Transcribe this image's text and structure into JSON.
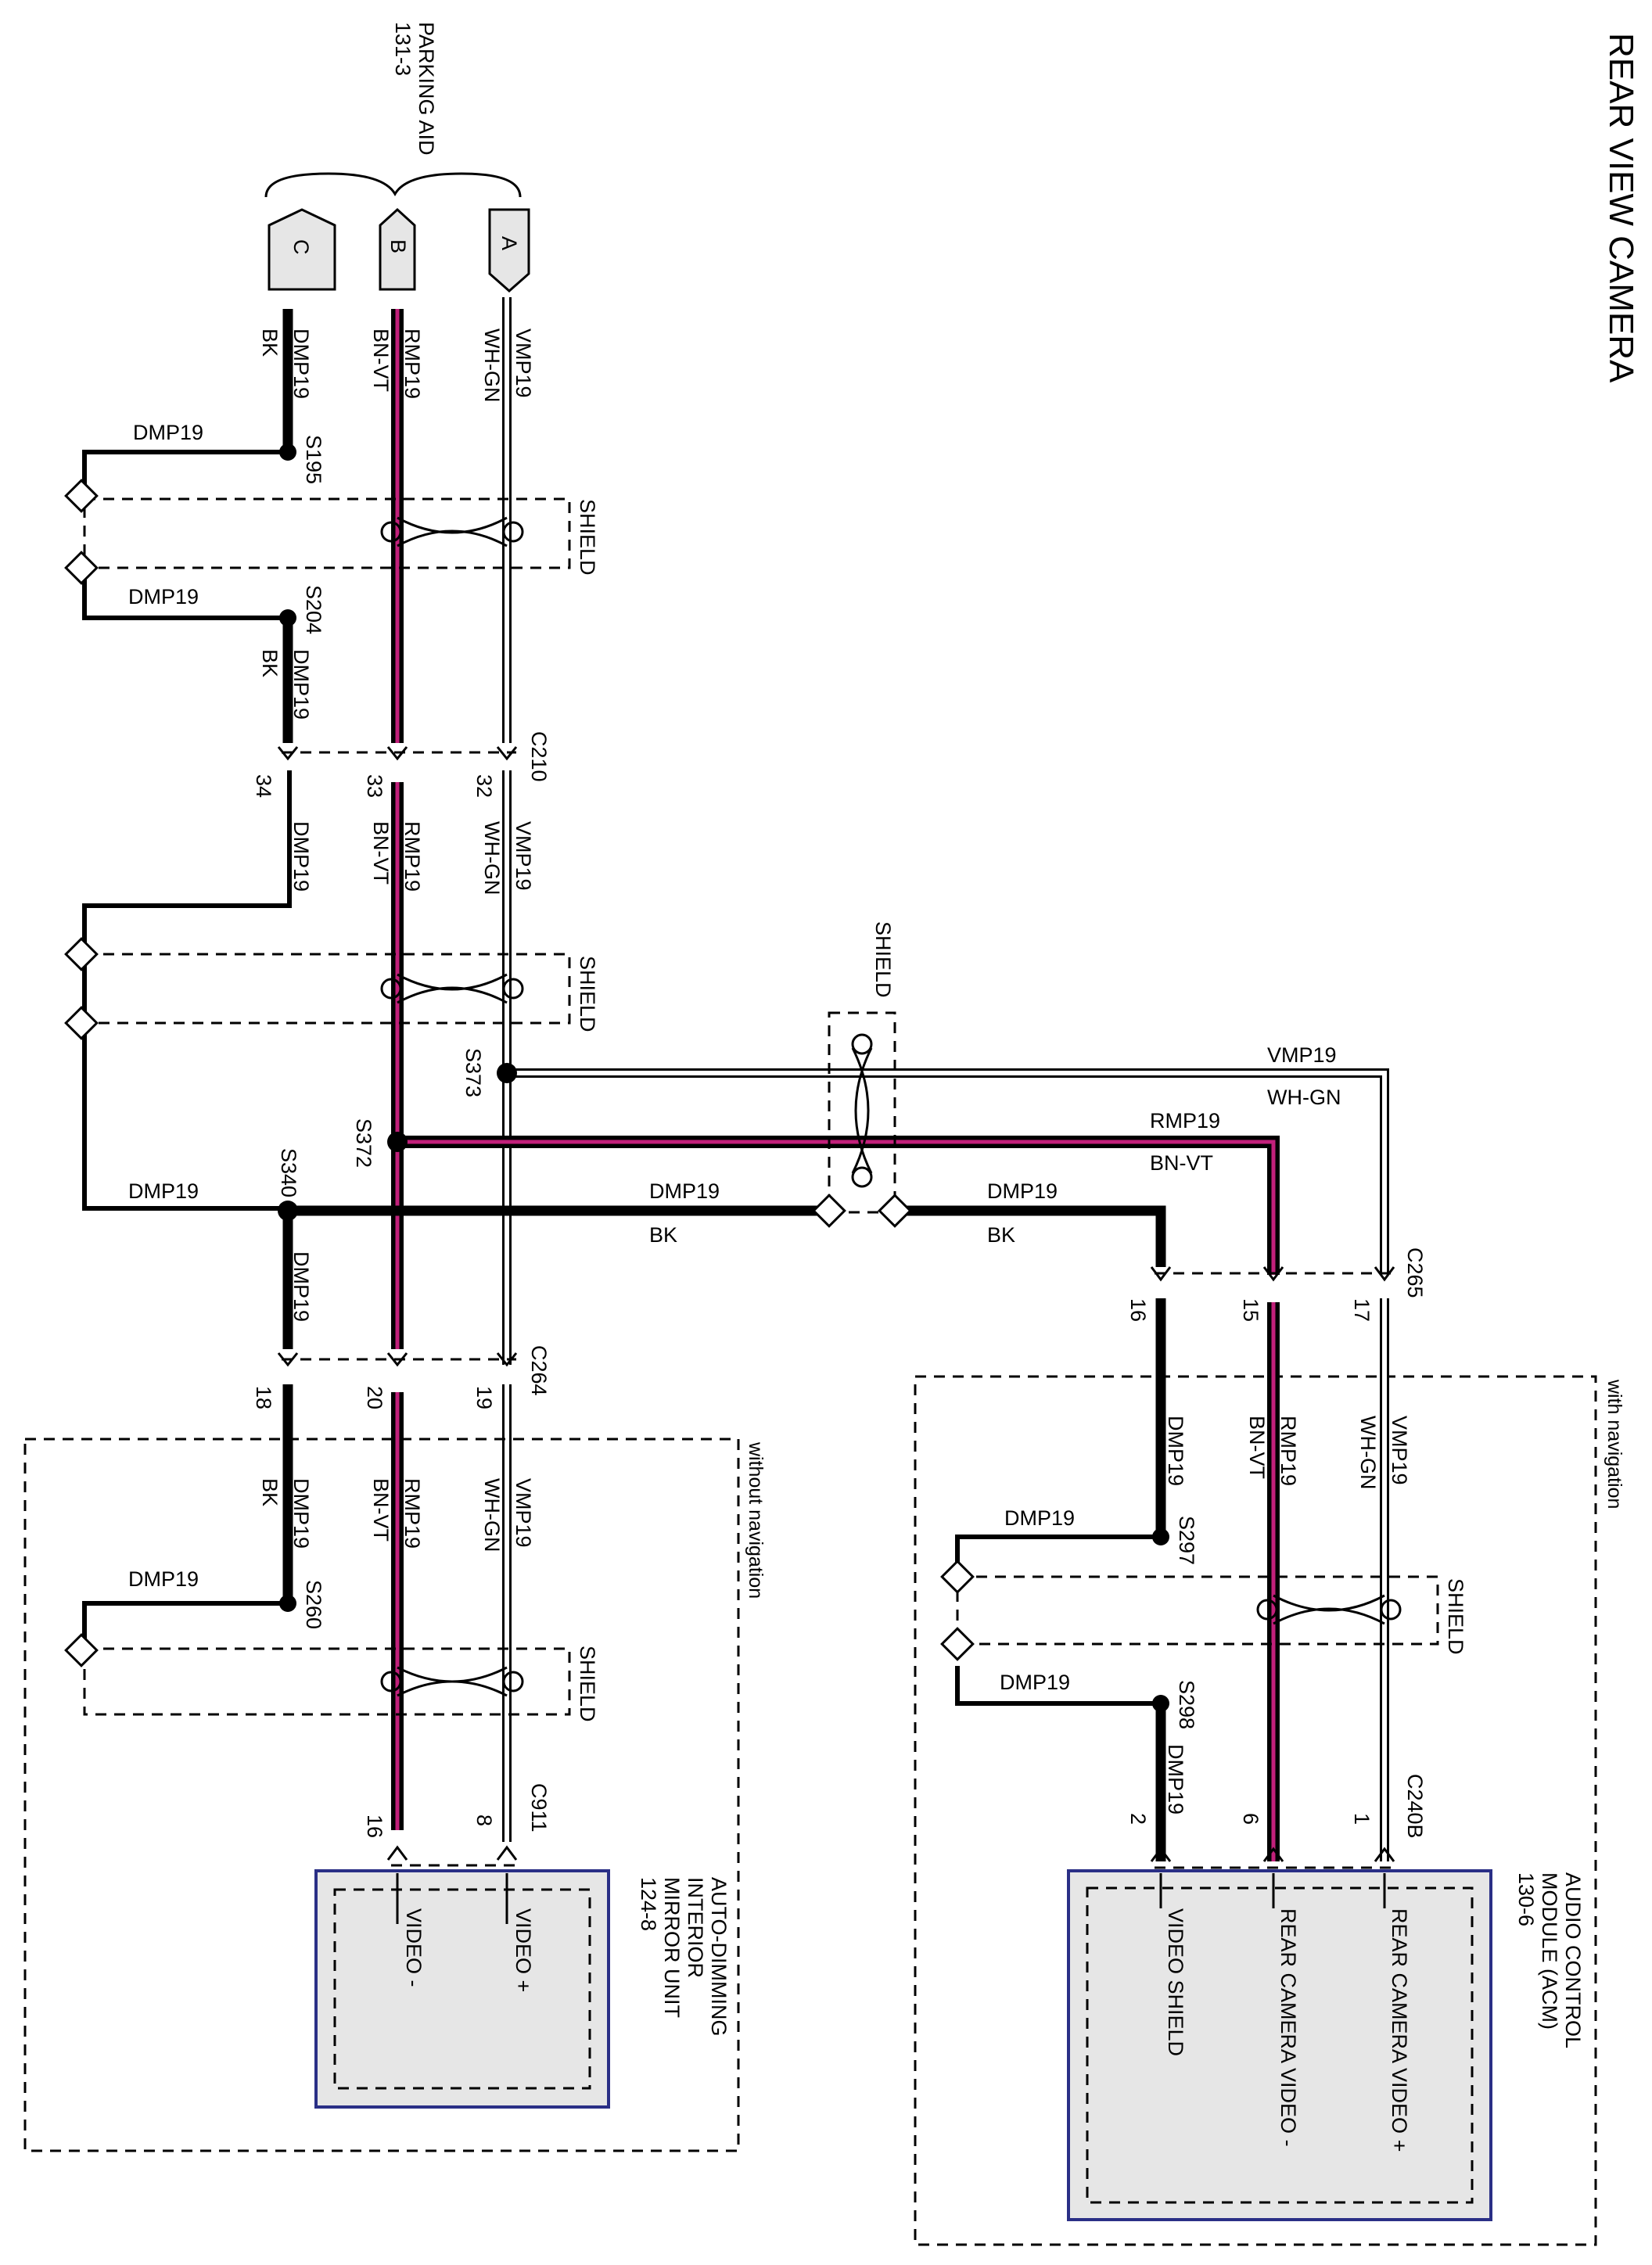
{
  "title": "REAR VIEW CAMERA",
  "parking_aid": {
    "name": "PARKING AID",
    "ref": "131-3"
  },
  "connector_tabs": [
    "C",
    "B",
    "A"
  ],
  "wires": {
    "vmp19": "VMP19",
    "wh_gn": "WH-GN",
    "rmp19": "RMP19",
    "bn_vt": "BN-VT",
    "dmp19": "DMP19",
    "bk": "BK"
  },
  "shield": "SHIELD",
  "splices": [
    "S195",
    "S204",
    "S340",
    "S372",
    "S373",
    "S260",
    "S297",
    "S298"
  ],
  "connectors": {
    "c210": {
      "name": "C210",
      "pins": [
        "34",
        "33",
        "32"
      ]
    },
    "c264": {
      "name": "C264",
      "pins": [
        "18",
        "20",
        "19"
      ]
    },
    "c265": {
      "name": "C265",
      "pins": [
        "16",
        "15",
        "17"
      ]
    },
    "c911": {
      "name": "C911",
      "pins": [
        "16",
        "8"
      ]
    },
    "c240b": {
      "name": "C240B",
      "pins": [
        "2",
        "6",
        "1"
      ]
    }
  },
  "without_nav": {
    "label": "without navigation",
    "module": [
      "AUTO-DIMMING",
      "INTERIOR",
      "MIRROR UNIT",
      "124-8"
    ],
    "pins": [
      "VIDEO -",
      "VIDEO +"
    ]
  },
  "with_nav": {
    "label": "with navigation",
    "module": [
      "AUDIO CONTROL",
      "MODULE (ACM)",
      "130-6"
    ],
    "pins": [
      "VIDEO SHIELD",
      "REAR CAMERA VIDEO -",
      "REAR CAMERA VIDEO +"
    ]
  },
  "colors": {
    "violet": "#c1207a",
    "module_border": "#2a2f86",
    "module_fill": "#e6e6e6"
  }
}
